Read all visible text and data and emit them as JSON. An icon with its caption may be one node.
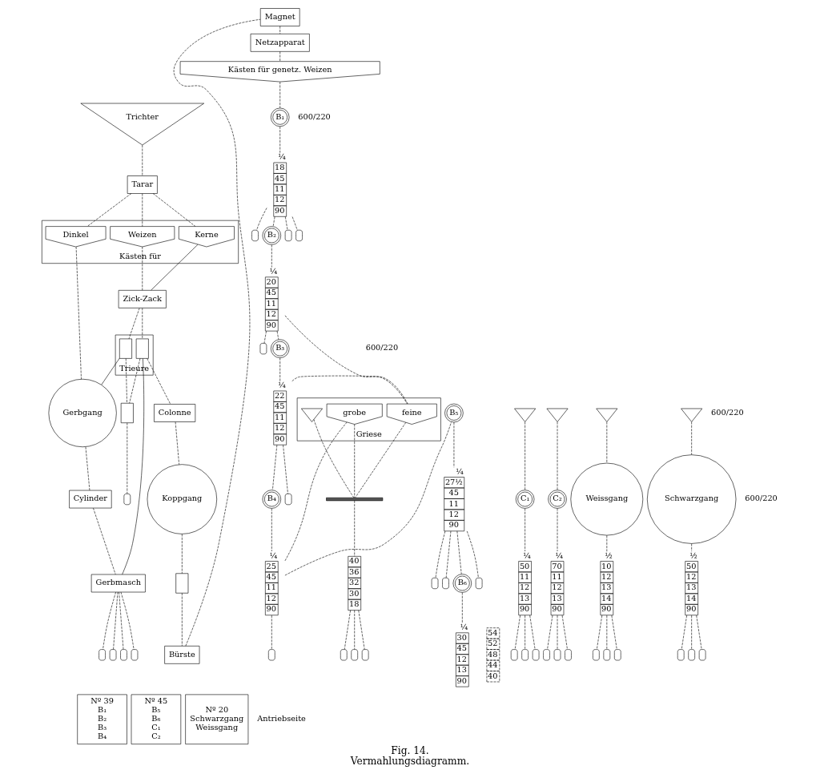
{
  "diagram": {
    "title": "Fig. 14.",
    "caption": "Vermahlungsdiagramm.",
    "nodes": [
      {
        "text": [
          "Trichter"
        ]
      },
      {
        "text": [
          "Tarar"
        ]
      },
      {
        "text": [
          "Kästen für"
        ]
      },
      {
        "text": [
          "Dinkel"
        ],
        "in": 2
      },
      {
        "text": [
          "Kerne"
        ],
        "in": 2
      },
      {
        "text": [
          "Weizen"
        ],
        "in": 2
      },
      {
        "text": [
          "Zick-Zack"
        ]
      },
      {
        "text": [
          "Trieure"
        ]
      },
      {
        "text": [],
        "shape": "box",
        "in": 7
      },
      {
        "text": [],
        "shape": "box",
        "in": 7
      },
      {
        "text": [],
        "shape": "box"
      },
      {
        "text": [],
        "shape": "sack"
      },
      {
        "text": [
          "Colonne"
        ]
      },
      {
        "text": [
          "Gerbgang"
        ]
      },
      {
        "text": [
          "Koppgang"
        ]
      },
      {
        "text": [
          "Cylinder"
        ]
      },
      {
        "text": [],
        "shape": "box"
      },
      {
        "text": [
          "Gerbmasch"
        ]
      },
      {
        "text": [],
        "shape": "sack"
      },
      {
        "text": [],
        "shape": "sack"
      },
      {
        "text": [],
        "shape": "sack"
      },
      {
        "text": [],
        "shape": "sack"
      },
      {
        "text": [
          "Bürste"
        ]
      },
      {
        "text": [
          "Magnet"
        ]
      },
      {
        "text": [
          "Netzapparat"
        ]
      },
      {
        "text": [
          "Kästen für genetz. Weizen"
        ]
      },
      {
        "text": [
          "B₁"
        ]
      },
      {
        "text": [
          "18",
          "45",
          "11",
          "12",
          "90"
        ],
        "beside": [
          "¼"
        ]
      },
      {
        "text": [],
        "shape": "sack"
      },
      {
        "text": [],
        "shape": "sack"
      },
      {
        "text": [],
        "shape": "sack"
      },
      {
        "text": [
          "B₂"
        ]
      },
      {
        "text": [
          "20",
          "45",
          "11",
          "12",
          "90"
        ],
        "beside": [
          "¼"
        ]
      },
      {
        "text": [],
        "shape": "sack"
      },
      {
        "text": [
          "B₃"
        ]
      },
      {
        "text": [
          "22",
          "45",
          "11",
          "12",
          "90"
        ],
        "beside": [
          "¼"
        ]
      },
      {
        "text": [],
        "shape": "sack"
      },
      {
        "text": [
          "B₄"
        ]
      },
      {
        "text": [
          "25",
          "45",
          "11",
          "12",
          "90"
        ],
        "beside": [
          "¼"
        ]
      },
      {
        "text": [],
        "shape": "sack"
      },
      {
        "text": [
          "B₅"
        ]
      },
      {
        "text": [
          "27½",
          "45",
          "11",
          "12",
          "90"
        ],
        "beside": [
          "¼"
        ]
      },
      {
        "text": [],
        "shape": "sack"
      },
      {
        "text": [],
        "shape": "sack"
      },
      {
        "text": [],
        "shape": "sack"
      },
      {
        "text": [
          "B₆"
        ]
      },
      {
        "text": [
          "30",
          "45",
          "12",
          "13",
          "90"
        ],
        "beside": [
          "¼"
        ]
      },
      {
        "text": [
          "Griese"
        ]
      },
      {
        "text": [
          "feine"
        ],
        "in": 47
      },
      {
        "text": [
          "grobe"
        ],
        "in": 47
      },
      {
        "text": [],
        "shape": "funnel",
        "in": 47
      },
      {
        "text": [],
        "shape": "bar"
      },
      {
        "text": [
          "40",
          "36",
          "32",
          "30",
          "18"
        ]
      },
      {
        "text": [],
        "shape": "sack"
      },
      {
        "text": [],
        "shape": "sack"
      },
      {
        "text": [],
        "shape": "sack"
      },
      {
        "text": [
          "54",
          "52",
          "48",
          "44",
          "40"
        ]
      },
      {
        "text": [],
        "shape": "funnel"
      },
      {
        "text": [
          "C₁"
        ]
      },
      {
        "text": [
          "50",
          "11",
          "12",
          "13",
          "90"
        ],
        "beside": [
          "¼"
        ]
      },
      {
        "text": [],
        "shape": "sack"
      },
      {
        "text": [],
        "shape": "sack"
      },
      {
        "text": [],
        "shape": "sack"
      },
      {
        "text": [],
        "shape": "funnel"
      },
      {
        "text": [
          "C₂"
        ]
      },
      {
        "text": [
          "70",
          "11",
          "12",
          "13",
          "90"
        ],
        "beside": [
          "¼"
        ]
      },
      {
        "text": [],
        "shape": "sack"
      },
      {
        "text": [],
        "shape": "sack"
      },
      {
        "text": [],
        "shape": "sack"
      },
      {
        "text": [],
        "shape": "funnel"
      },
      {
        "text": [
          "Weissgang"
        ]
      },
      {
        "text": [
          "10",
          "12",
          "13",
          "14",
          "90"
        ],
        "beside": [
          "½"
        ]
      },
      {
        "text": [],
        "shape": "sack"
      },
      {
        "text": [],
        "shape": "sack"
      },
      {
        "text": [],
        "shape": "sack"
      },
      {
        "text": [],
        "shape": "funnel"
      },
      {
        "text": [
          "Schwarzgang"
        ]
      },
      {
        "text": [
          "50",
          "12",
          "13",
          "14",
          "90"
        ],
        "beside": [
          "½"
        ]
      },
      {
        "text": [],
        "shape": "sack"
      },
      {
        "text": [],
        "shape": "sack"
      },
      {
        "text": [],
        "shape": "sack"
      },
      {
        "text": [
          "Nº 39",
          "B₁",
          "B₂",
          "B₃",
          "B₄"
        ]
      },
      {
        "text": [
          "Nº 45",
          "B₅",
          "B₆",
          "C₁",
          "C₂"
        ]
      },
      {
        "text": [
          "Nº 20",
          "Schwarzgang",
          "Weissgang"
        ]
      }
    ],
    "edges": [
      {
        "from": 0,
        "to": 1,
        "arrow": "none",
        "style": "dashed"
      },
      {
        "from": 1,
        "to": 3,
        "arrow": "none",
        "style": "dashed"
      },
      {
        "from": 1,
        "to": 4,
        "arrow": "none",
        "style": "dashed"
      },
      {
        "from": 1,
        "to": 5,
        "arrow": "none",
        "style": "dashed"
      },
      {
        "from": 4,
        "to": 6,
        "arrow": "none"
      },
      {
        "from": 5,
        "to": 6,
        "arrow": "none",
        "style": "dashed"
      },
      {
        "from": 6,
        "to": 8,
        "arrow": "none",
        "style": "dashed"
      },
      {
        "from": 6,
        "to": 9,
        "arrow": "none",
        "style": "dashed"
      },
      {
        "from": 8,
        "to": 10,
        "arrow": "none",
        "style": "dashed"
      },
      {
        "from": 9,
        "to": 10,
        "arrow": "none",
        "style": "dashed"
      },
      {
        "from": 10,
        "to": 11,
        "arrow": "none",
        "style": "dashed"
      },
      {
        "from": 8,
        "to": 13,
        "arrow": "none"
      },
      {
        "from": 9,
        "to": 12,
        "arrow": "none",
        "style": "dashed"
      },
      {
        "from": 9,
        "to": 17,
        "arrow": "none"
      },
      {
        "from": 3,
        "to": 13,
        "arrow": "none",
        "style": "dashed"
      },
      {
        "from": 12,
        "to": 14,
        "arrow": "none",
        "style": "dashed"
      },
      {
        "from": 13,
        "to": 15,
        "arrow": "none",
        "style": "dashed"
      },
      {
        "from": 15,
        "to": 17,
        "arrow": "none",
        "style": "dashed"
      },
      {
        "from": 17,
        "to": 18,
        "arrow": "none",
        "style": "dashed"
      },
      {
        "from": 17,
        "to": 19,
        "arrow": "none",
        "style": "dashed"
      },
      {
        "from": 17,
        "to": 20,
        "arrow": "none",
        "style": "dashed"
      },
      {
        "from": 17,
        "to": 21,
        "arrow": "none",
        "style": "dashed"
      },
      {
        "from": 14,
        "to": 16,
        "arrow": "none",
        "style": "dashed"
      },
      {
        "from": 16,
        "to": 22,
        "arrow": "none",
        "style": "dashed"
      },
      {
        "from": 22,
        "to": 23,
        "arrow": "none",
        "style": "dashed"
      },
      {
        "from": 23,
        "to": 24,
        "arrow": "none",
        "style": "dashed"
      },
      {
        "from": 24,
        "to": 25,
        "arrow": "none",
        "style": "dashed"
      },
      {
        "from": 25,
        "to": 26,
        "arrow": "none",
        "style": "dashed"
      },
      {
        "from": 26,
        "to": 27,
        "arrow": "none",
        "style": "dashed"
      },
      {
        "from": 27,
        "to": 28,
        "arrow": "none",
        "style": "dashed"
      },
      {
        "from": 27,
        "to": 29,
        "arrow": "none",
        "style": "dashed"
      },
      {
        "from": 27,
        "to": 30,
        "arrow": "none",
        "style": "dashed"
      },
      {
        "from": 27,
        "to": 31,
        "arrow": "none",
        "style": "dashed"
      },
      {
        "from": 31,
        "to": 32,
        "arrow": "none",
        "style": "dashed"
      },
      {
        "from": 32,
        "to": 33,
        "arrow": "none",
        "style": "dashed"
      },
      {
        "from": 32,
        "to": 34,
        "arrow": "none",
        "style": "dashed"
      },
      {
        "from": 32,
        "to": 48,
        "arrow": "none",
        "style": "dashed"
      },
      {
        "from": 34,
        "to": 35,
        "arrow": "none",
        "style": "dashed"
      },
      {
        "from": 35,
        "to": 36,
        "arrow": "none",
        "style": "dashed"
      },
      {
        "from": 35,
        "to": 37,
        "arrow": "none",
        "style": "dashed"
      },
      {
        "from": 35,
        "to": 48,
        "arrow": "none",
        "style": "dashed"
      },
      {
        "from": 37,
        "to": 38,
        "arrow": "none",
        "style": "dashed"
      },
      {
        "from": 38,
        "to": 39,
        "arrow": "none",
        "style": "dashed"
      },
      {
        "from": 38,
        "to": 40,
        "arrow": "none",
        "style": "dashed"
      },
      {
        "from": 38,
        "to": 49,
        "arrow": "none",
        "style": "dashed"
      },
      {
        "from": 40,
        "to": 41,
        "arrow": "none",
        "style": "dashed"
      },
      {
        "from": 41,
        "to": 42,
        "arrow": "none",
        "style": "dashed"
      },
      {
        "from": 41,
        "to": 43,
        "arrow": "none",
        "style": "dashed"
      },
      {
        "from": 41,
        "to": 44,
        "arrow": "none",
        "style": "dashed"
      },
      {
        "from": 41,
        "to": 45,
        "arrow": "none",
        "style": "dashed"
      },
      {
        "from": 45,
        "to": 46,
        "arrow": "none",
        "style": "dashed"
      },
      {
        "from": 48,
        "to": 51,
        "arrow": "none",
        "style": "dashed"
      },
      {
        "from": 49,
        "to": 51,
        "arrow": "none",
        "style": "dashed"
      },
      {
        "from": 50,
        "to": 51,
        "arrow": "none",
        "style": "dashed"
      },
      {
        "from": 51,
        "to": 52,
        "arrow": "none",
        "style": "dashed"
      },
      {
        "from": 52,
        "to": 53,
        "arrow": "none",
        "style": "dashed"
      },
      {
        "from": 52,
        "to": 54,
        "arrow": "none",
        "style": "dashed"
      },
      {
        "from": 52,
        "to": 55,
        "arrow": "none",
        "style": "dashed"
      },
      {
        "from": 57,
        "to": 58,
        "arrow": "none",
        "style": "dashed"
      },
      {
        "from": 58,
        "to": 59,
        "arrow": "none",
        "style": "dashed"
      },
      {
        "from": 59,
        "to": 60,
        "arrow": "none",
        "style": "dashed"
      },
      {
        "from": 59,
        "to": 61,
        "arrow": "none",
        "style": "dashed"
      },
      {
        "from": 59,
        "to": 62,
        "arrow": "none",
        "style": "dashed"
      },
      {
        "from": 63,
        "to": 64,
        "arrow": "none",
        "style": "dashed"
      },
      {
        "from": 64,
        "to": 65,
        "arrow": "none",
        "style": "dashed"
      },
      {
        "from": 65,
        "to": 66,
        "arrow": "none",
        "style": "dashed"
      },
      {
        "from": 65,
        "to": 67,
        "arrow": "none",
        "style": "dashed"
      },
      {
        "from": 65,
        "to": 68,
        "arrow": "none",
        "style": "dashed"
      },
      {
        "from": 69,
        "to": 70,
        "arrow": "none",
        "style": "dashed"
      },
      {
        "from": 70,
        "to": 71,
        "arrow": "none",
        "style": "dashed"
      },
      {
        "from": 71,
        "to": 72,
        "arrow": "none",
        "style": "dashed"
      },
      {
        "from": 71,
        "to": 73,
        "arrow": "none",
        "style": "dashed"
      },
      {
        "from": 71,
        "to": 74,
        "arrow": "none",
        "style": "dashed"
      },
      {
        "from": 75,
        "to": 76,
        "arrow": "none",
        "style": "dashed"
      },
      {
        "from": 76,
        "to": 77,
        "arrow": "none",
        "style": "dashed"
      },
      {
        "from": 77,
        "to": 78,
        "arrow": "none",
        "style": "dashed"
      },
      {
        "from": 77,
        "to": 79,
        "arrow": "none",
        "style": "dashed"
      },
      {
        "from": 77,
        "to": 80,
        "arrow": "none",
        "style": "dashed"
      }
    ],
    "labels": [
      "600/220",
      "600/220",
      "600/220",
      "600/220",
      "Antriebseite"
    ]
  }
}
